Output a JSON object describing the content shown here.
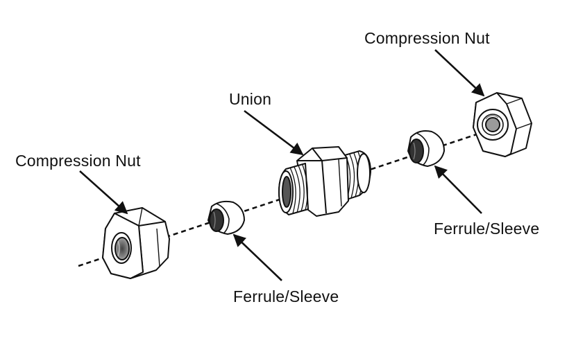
{
  "labels": {
    "compression_nut_right": "Compression Nut",
    "union": "Union",
    "compression_nut_left": "Compression Nut",
    "ferrule_right": "Ferrule/Sleeve",
    "ferrule_left": "Ferrule/Sleeve"
  },
  "colors": {
    "stroke": "#111111",
    "fill": "#ffffff",
    "shade": "#9a9a9a",
    "dark": "#2a2a2a"
  }
}
